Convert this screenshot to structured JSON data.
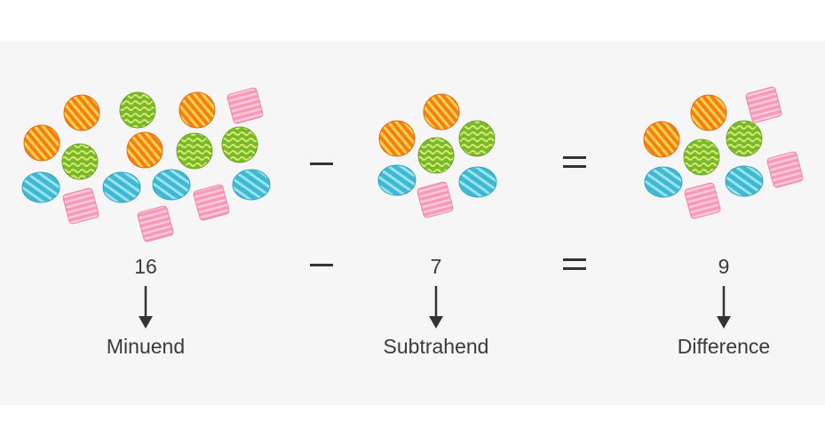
{
  "terms": [
    {
      "number": "16",
      "label": "Minuend"
    },
    {
      "number": "7",
      "label": "Subtrahend"
    },
    {
      "number": "9",
      "label": "Difference"
    }
  ],
  "colors": {
    "background": "#f6f6f6",
    "text": "#3a3a3a",
    "orange_candy": "#f58a1f",
    "green_candy": "#8cc43c",
    "blue_candy": "#4fc3d9",
    "pink_candy": "#f2a2bd"
  }
}
